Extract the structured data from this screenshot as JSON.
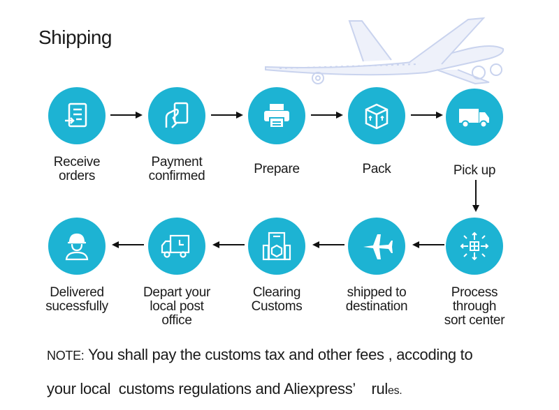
{
  "title": "Shipping",
  "colors": {
    "accent": "#1db3d3",
    "plane": "#c9d3ee"
  },
  "steps": [
    {
      "icon": "receipt-list-icon",
      "label": "Receive\norders"
    },
    {
      "icon": "hand-card-icon",
      "label": "Payment\nconfirmed"
    },
    {
      "icon": "printer-icon",
      "label": "Prepare"
    },
    {
      "icon": "box-icon",
      "label": "Pack"
    },
    {
      "icon": "delivery-truck-icon",
      "label": "Pick up"
    },
    {
      "icon": "sort-network-icon",
      "label": "Process\nthrough\nsort center"
    },
    {
      "icon": "airplane-icon",
      "label": "shipped to\ndestination"
    },
    {
      "icon": "customs-scanner-icon",
      "label": "Clearing\nCustoms"
    },
    {
      "icon": "post-office-truck-icon",
      "label": "Depart your\nlocal post\noffice"
    },
    {
      "icon": "courier-person-icon",
      "label": "Delivered\nsucessfully"
    }
  ],
  "note": {
    "prefix": "NOTE:",
    "line1": "You shall pay the customs tax and other fees , accoding to",
    "line2_main": "your local  customs regulations and Aliexpress’    rul",
    "line2_tail": "es."
  }
}
